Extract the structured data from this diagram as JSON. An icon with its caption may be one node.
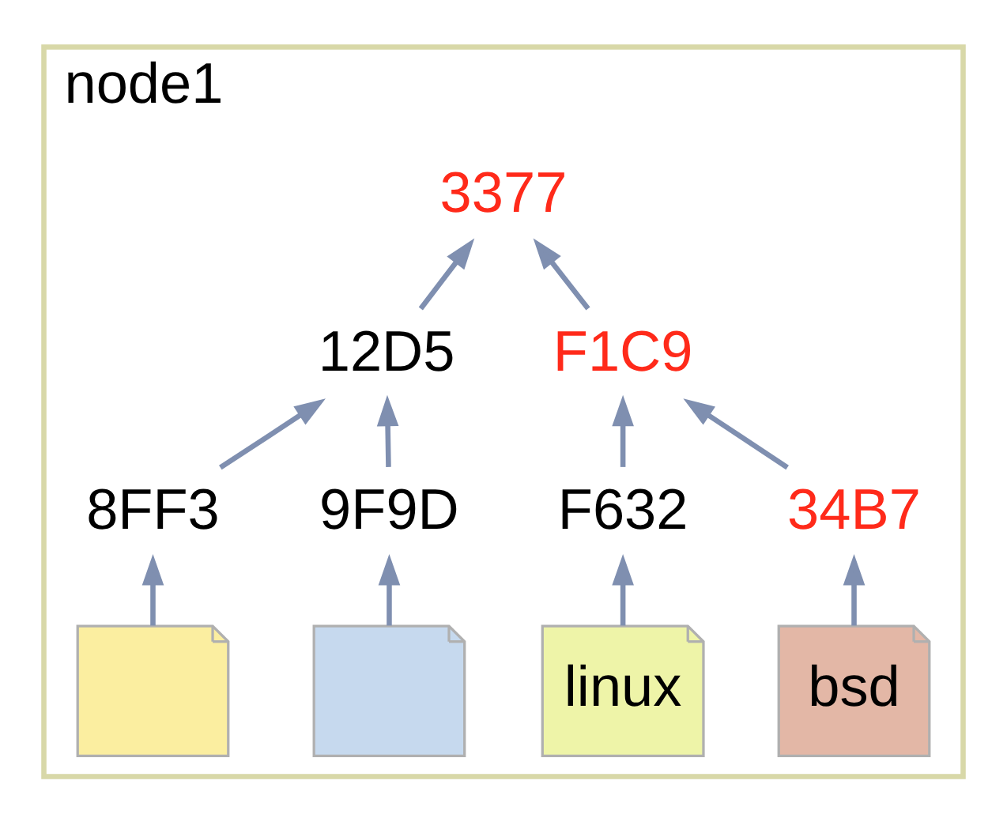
{
  "diagram": {
    "nodes": [
      {
        "text": [
          "node1"
        ]
      },
      {
        "text": [
          "3377"
        ],
        "in": 0
      },
      {
        "text": [
          "12D5"
        ],
        "in": 0
      },
      {
        "text": [
          "F1C9"
        ],
        "in": 0
      },
      {
        "text": [
          "8FF3"
        ],
        "in": 0
      },
      {
        "text": [
          "9F9D"
        ],
        "in": 0
      },
      {
        "text": [
          "F632"
        ],
        "in": 0
      },
      {
        "text": [
          "34B7"
        ],
        "in": 0
      },
      {
        "text": [],
        "shape": "box",
        "in": 0
      },
      {
        "text": [],
        "shape": "box",
        "in": 0
      },
      {
        "text": [
          "linux"
        ],
        "in": 0
      },
      {
        "text": [
          "bsd"
        ],
        "in": 0
      }
    ],
    "edges": [
      {
        "from": 2,
        "to": 1,
        "arrow": "to"
      },
      {
        "from": 3,
        "to": 1,
        "arrow": "to"
      },
      {
        "from": 4,
        "to": 2,
        "arrow": "to"
      },
      {
        "from": 5,
        "to": 2,
        "arrow": "to"
      },
      {
        "from": 6,
        "to": 3,
        "arrow": "to"
      },
      {
        "from": 7,
        "to": 3,
        "arrow": "to"
      },
      {
        "from": 8,
        "to": 4,
        "arrow": "to"
      },
      {
        "from": 9,
        "to": 5,
        "arrow": "to"
      },
      {
        "from": 10,
        "to": 6,
        "arrow": "to"
      },
      {
        "from": 11,
        "to": 7,
        "arrow": "to"
      }
    ]
  }
}
